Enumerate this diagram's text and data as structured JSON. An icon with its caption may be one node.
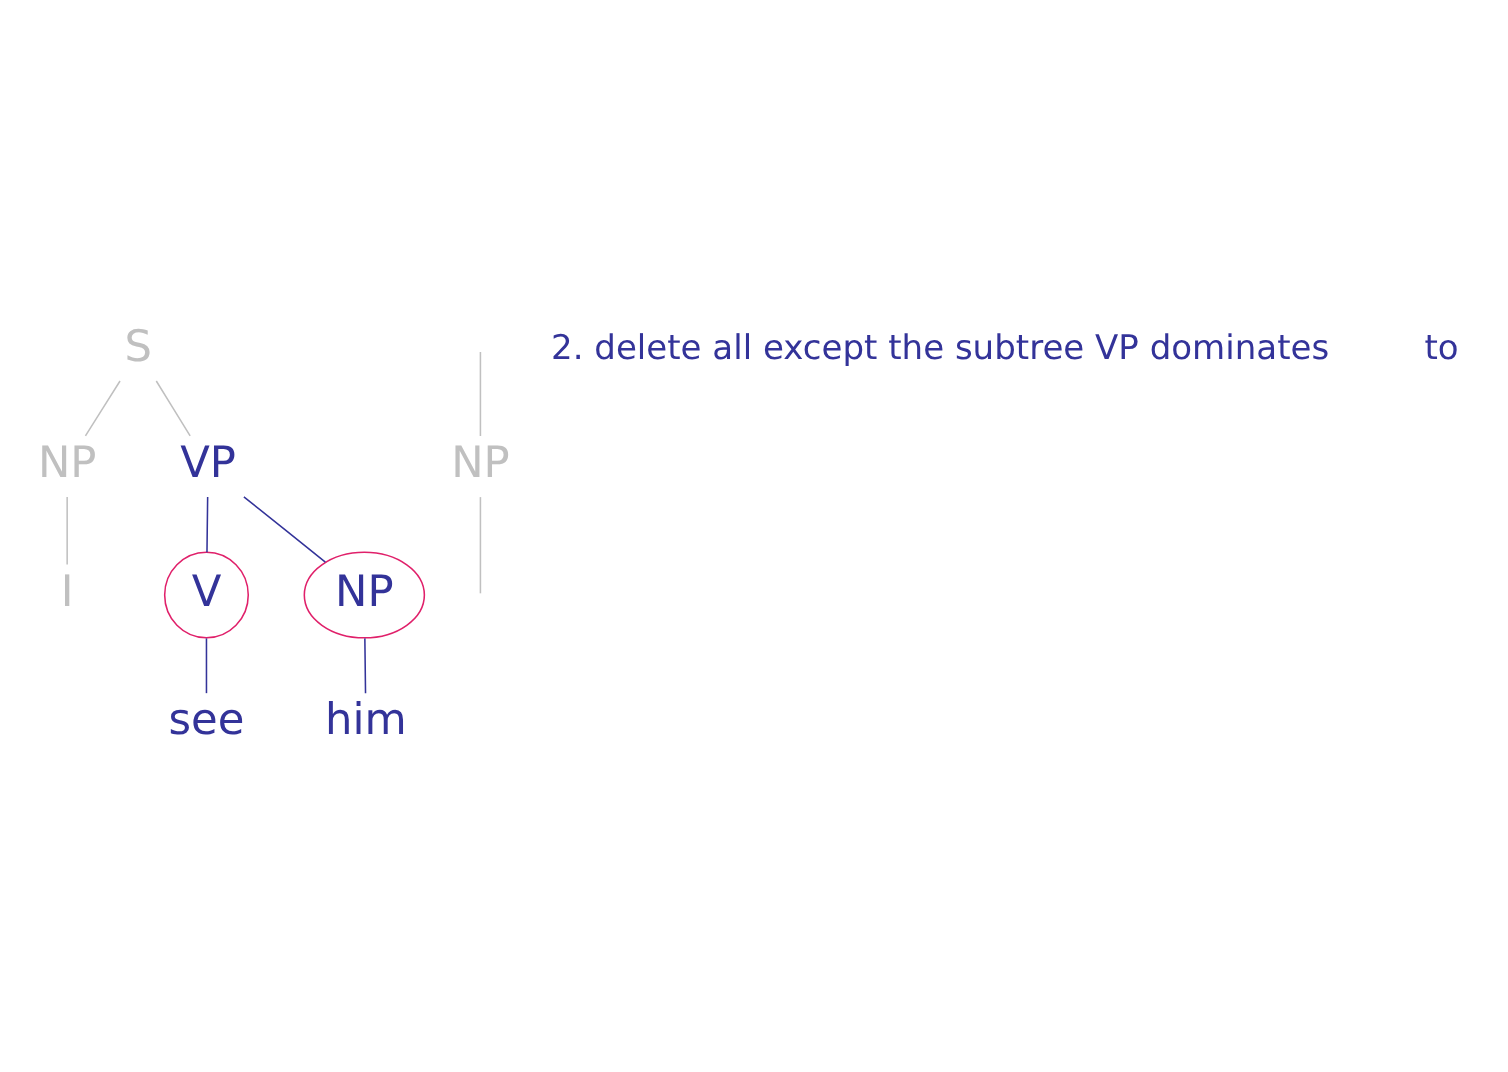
{
  "diagram": {
    "nodes": [
      {
        "text": [
          "S"
        ]
      },
      {
        "text": [
          "NP"
        ]
      },
      {
        "text": [
          "VP"
        ]
      },
      {
        "text": [
          "I"
        ]
      },
      {
        "text": [
          "V"
        ]
      },
      {
        "text": [
          "NP"
        ]
      },
      {
        "text": [
          "see"
        ]
      },
      {
        "text": [
          "him"
        ]
      },
      {
        "text": [
          "NP"
        ]
      }
    ],
    "edges": [
      {
        "from": 0,
        "to": 1,
        "arrow": "none",
        "color": "#c0c0c0"
      },
      {
        "from": 0,
        "to": 2,
        "arrow": "none",
        "color": "#c0c0c0"
      },
      {
        "from": 1,
        "to": 3,
        "arrow": "none",
        "color": "#c0c0c0"
      },
      {
        "from": 2,
        "to": 4,
        "arrow": "none",
        "color": "#333399"
      },
      {
        "from": 2,
        "to": 5,
        "arrow": "none",
        "color": "#333399"
      },
      {
        "from": 4,
        "to": 6,
        "arrow": "none",
        "color": "#333399"
      },
      {
        "from": 5,
        "to": 7,
        "arrow": "none",
        "color": "#333399"
      },
      {
        "from": null,
        "to": 8,
        "arrow": "none",
        "color": "#c0c0c0"
      },
      {
        "from": 8,
        "to": null,
        "arrow": "none",
        "color": "#c0c0c0"
      }
    ],
    "labels": [
      "2. delete all except the subtree VP dominates",
      "to"
    ]
  }
}
